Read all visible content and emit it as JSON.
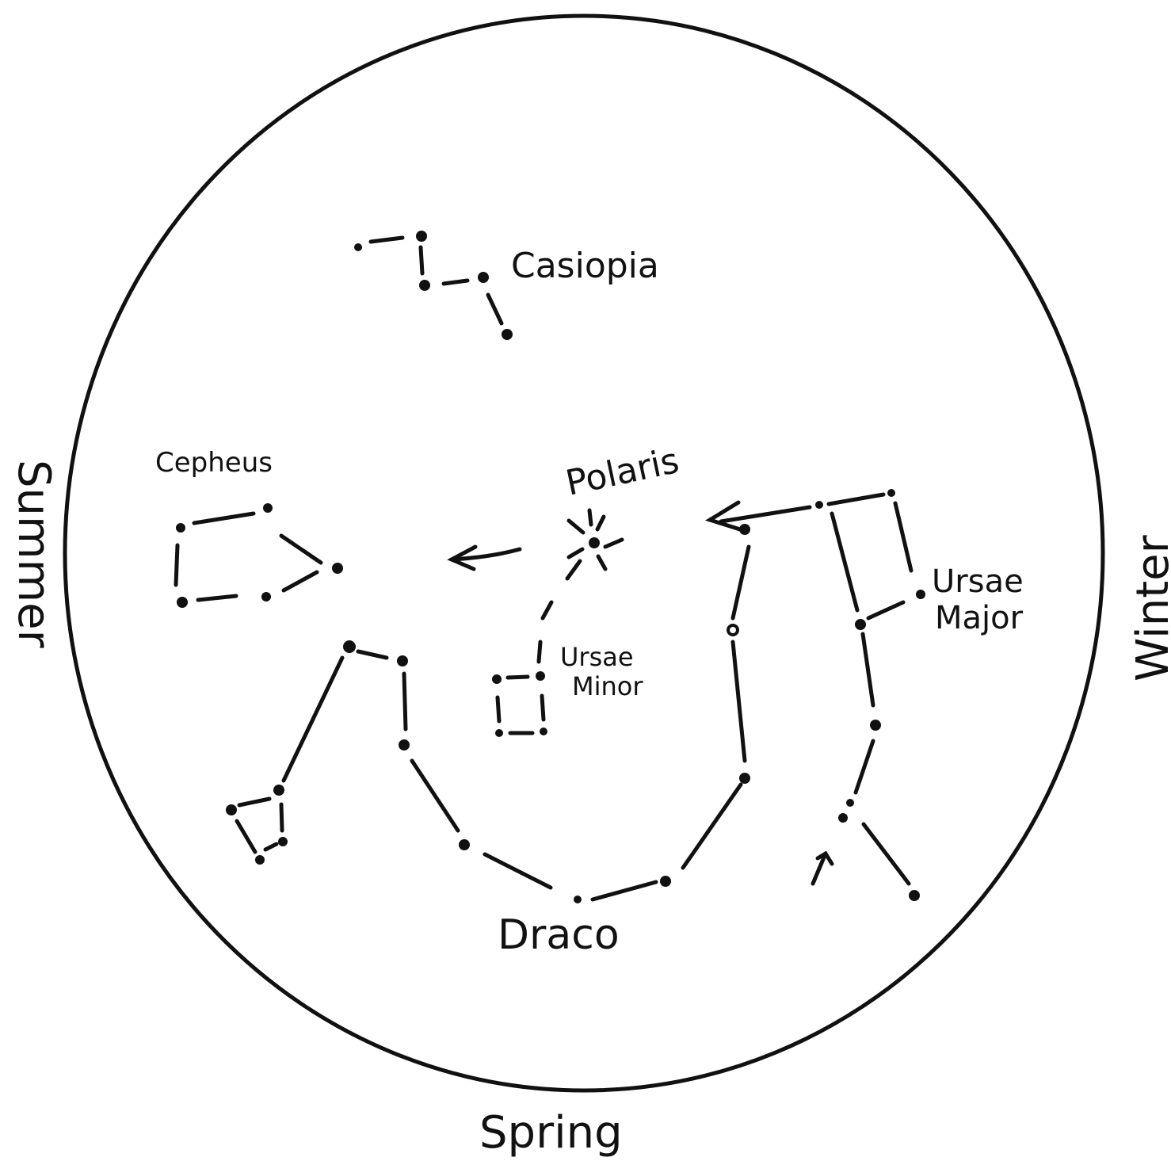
{
  "labels": {
    "casiopia": "Casiopia",
    "cepheus": "Cepheus",
    "polaris": "Polaris",
    "ursae_minor_line1": "Ursae",
    "ursae_minor_line2": "Minor",
    "ursae_major_line1": "Ursae",
    "ursae_major_line2": "Major",
    "draco": "Draco",
    "summer": "Summer",
    "winter": "Winter",
    "spring": "Spring"
  },
  "colors": {
    "ink": "#111111",
    "background": "#ffffff"
  }
}
